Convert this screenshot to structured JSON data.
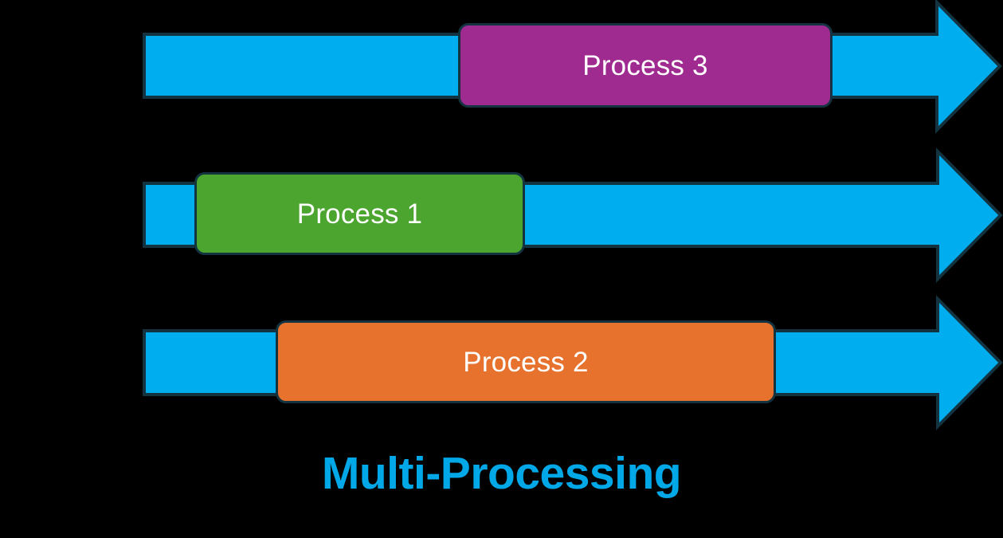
{
  "diagram": {
    "title": "Multi-Processing",
    "title_color": "#00A8E8",
    "background_color": "#000000",
    "arrow_color": "#00AEEF",
    "outline_color": "#12333F",
    "lanes": [
      {
        "id": "lane-top",
        "arrow_name": "timeline-arrow-top",
        "process": {
          "label": "Process 3",
          "color": "#9F2B91",
          "text_color": "#FFFFFF"
        }
      },
      {
        "id": "lane-middle",
        "arrow_name": "timeline-arrow-middle",
        "process": {
          "label": "Process 1",
          "color": "#4BA52F",
          "text_color": "#FFFFFF"
        }
      },
      {
        "id": "lane-bottom",
        "arrow_name": "timeline-arrow-bottom",
        "process": {
          "label": "Process 2",
          "color": "#E7722E",
          "text_color": "#FFFFFF"
        }
      }
    ]
  }
}
